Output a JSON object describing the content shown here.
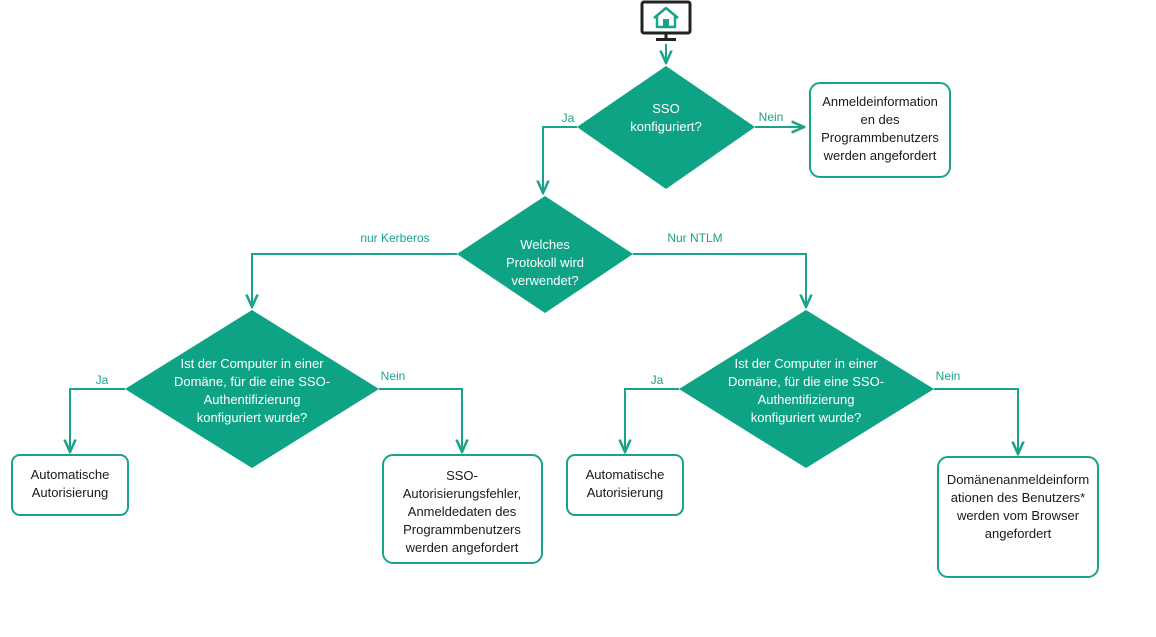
{
  "colors": {
    "accent": "#0fa385",
    "line": "#1aa38a",
    "text": "#1a1a1a",
    "label": "#1aa38a"
  },
  "start": {
    "icon": "home-monitor-icon"
  },
  "decisions": {
    "sso": [
      "SSO",
      "konfiguriert?"
    ],
    "protocol": [
      "Welches",
      "Protokoll wird",
      "verwendet?"
    ],
    "domain_left": [
      "Ist der Computer in einer",
      "Domäne, für die eine SSO-",
      "Authentifizierung",
      "konfiguriert wurde?"
    ],
    "domain_right": [
      "Ist der Computer in einer",
      "Domäne, für die eine SSO-",
      "Authentifizierung",
      "konfiguriert wurde?"
    ]
  },
  "outcomes": {
    "app_user_credentials": [
      "Anmeldeinformation",
      "en des",
      "Programmbenutzers",
      "werden angefordert"
    ],
    "auto_auth_left": [
      "Automatische",
      "Autorisierung"
    ],
    "sso_error": [
      "SSO-",
      "Autorisierungsfehler,",
      "Anmeldedaten des",
      "Programmbenutzers",
      "werden angefordert"
    ],
    "auto_auth_right": [
      "Automatische",
      "Autorisierung"
    ],
    "browser_credentials": [
      "Domänenanmeldeinform",
      "ationen des Benutzers*",
      "werden vom Browser",
      "angefordert"
    ]
  },
  "edge_labels": {
    "sso_yes": "Ja",
    "sso_no": "Nein",
    "kerberos": "nur Kerberos",
    "ntlm": "Nur NTLM",
    "left_yes": "Ja",
    "left_no": "Nein",
    "right_yes": "Ja",
    "right_no": "Nein"
  }
}
